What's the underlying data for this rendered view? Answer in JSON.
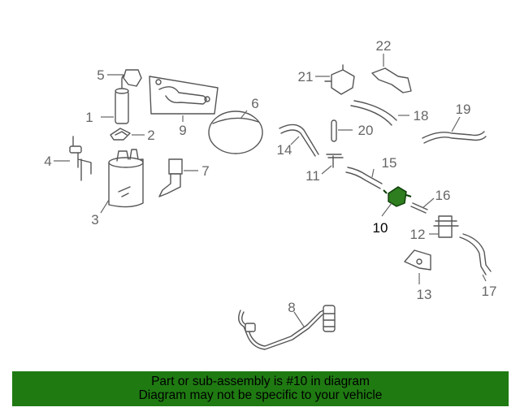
{
  "diagram": {
    "callouts": [
      "1",
      "2",
      "3",
      "4",
      "5",
      "6",
      "7",
      "8",
      "9",
      "10",
      "11",
      "12",
      "13",
      "14",
      "15",
      "16",
      "17",
      "18",
      "19",
      "20",
      "21",
      "22"
    ],
    "highlighted_part": "10",
    "highlight_color": "#2e7d1f"
  },
  "banner": {
    "line1": "Part or sub-assembly is #10 in diagram",
    "line2": "Diagram may not be specific to your vehicle",
    "background": "#1f7a12"
  }
}
